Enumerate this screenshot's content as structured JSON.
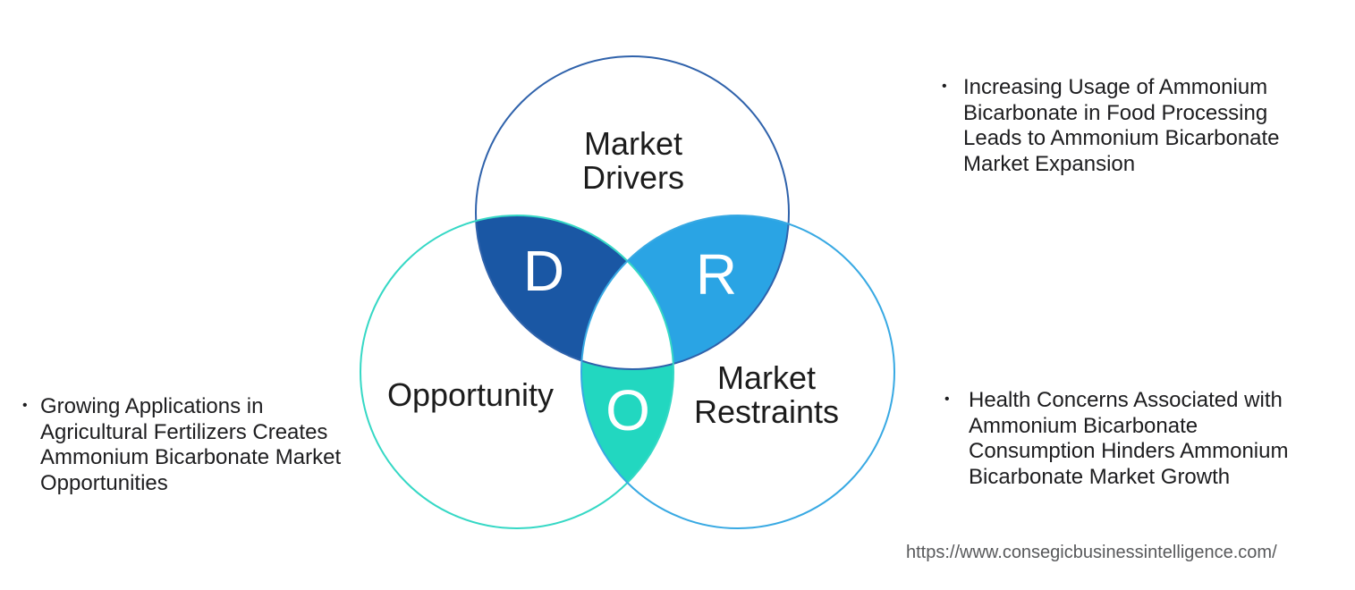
{
  "venn": {
    "circles": {
      "drivers": {
        "label": "Market Drivers",
        "letter": "D",
        "stroke": "#2f62ab"
      },
      "opportunity": {
        "label": "Opportunity",
        "letter": "O",
        "stroke": "#35d8c5"
      },
      "restraints": {
        "label": "Market Restraints",
        "letter": "R",
        "stroke": "#38a9e3"
      }
    },
    "regions": {
      "d_fill": "#1a57a4",
      "r_fill": "#2aa4e4",
      "o_fill": "#22d7c0",
      "center_fill": "#ffffff"
    }
  },
  "bullets": {
    "drivers": {
      "marker": "•",
      "text": "Increasing Usage of Ammonium\nBicarbonate in Food Processing\nLeads to Ammonium Bicarbonate\nMarket Expansion"
    },
    "opportunity": {
      "marker": "•",
      "text": "Growing Applications in\nAgricultural Fertilizers Creates\nAmmonium Bicarbonate Market\nOpportunities"
    },
    "restraints": {
      "marker": "•",
      "text": "Health Concerns Associated with\nAmmonium Bicarbonate\nConsumption Hinders Ammonium\nBicarbonate Market Growth"
    }
  },
  "footer": {
    "url": "https://www.consegicbusinessintelligence.com/"
  }
}
